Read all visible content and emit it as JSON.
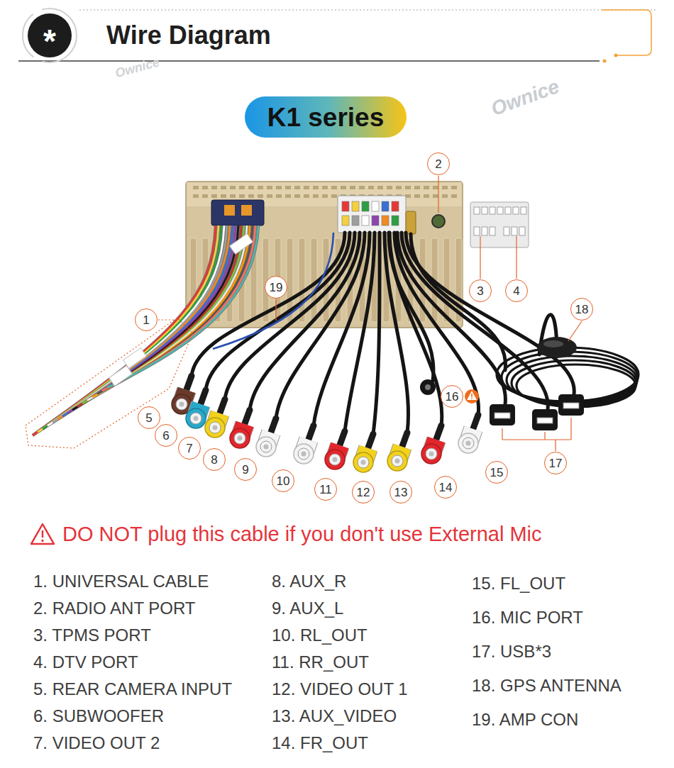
{
  "diagram": {
    "title": "Wire Diagram",
    "nodes": [
      {
        "text": [
          "*"
        ]
      },
      {
        "text": [
          "K1 series"
        ]
      },
      {
        "text": [
          "1"
        ]
      },
      {
        "text": [
          "2"
        ]
      },
      {
        "text": [
          "3"
        ]
      },
      {
        "text": [
          "4"
        ]
      },
      {
        "text": [
          "5"
        ]
      },
      {
        "text": [
          "6"
        ]
      },
      {
        "text": [
          "7"
        ]
      },
      {
        "text": [
          "8"
        ]
      },
      {
        "text": [
          "9"
        ]
      },
      {
        "text": [
          "10"
        ]
      },
      {
        "text": [
          "11"
        ]
      },
      {
        "text": [
          "12"
        ]
      },
      {
        "text": [
          "13"
        ]
      },
      {
        "text": [
          "14"
        ]
      },
      {
        "text": [
          "15"
        ]
      },
      {
        "text": [
          "16"
        ]
      },
      {
        "text": [
          "17"
        ]
      },
      {
        "text": [
          "18"
        ]
      },
      {
        "text": [
          "19"
        ]
      }
    ],
    "labels": [
      "Ownice",
      "Ownice",
      "DO NOT plug this cable if you don't use External Mic",
      "1. UNIVERSAL CABLE",
      "2. RADIO ANT PORT",
      "3. TPMS PORT",
      "4. DTV PORT",
      "5. REAR CAMERA INPUT",
      "6. SUBWOOFER",
      "7. VIDEO OUT 2",
      "8. AUX_R",
      "9. AUX_L",
      "10. RL_OUT",
      "11. RR_OUT",
      "12. VIDEO OUT 1",
      "13. AUX_VIDEO",
      "14. FR_OUT",
      "15. FL_OUT",
      "16. MIC PORT",
      "17. USB*3",
      "18. GPS ANTENNA",
      "19. AMP CON"
    ]
  }
}
